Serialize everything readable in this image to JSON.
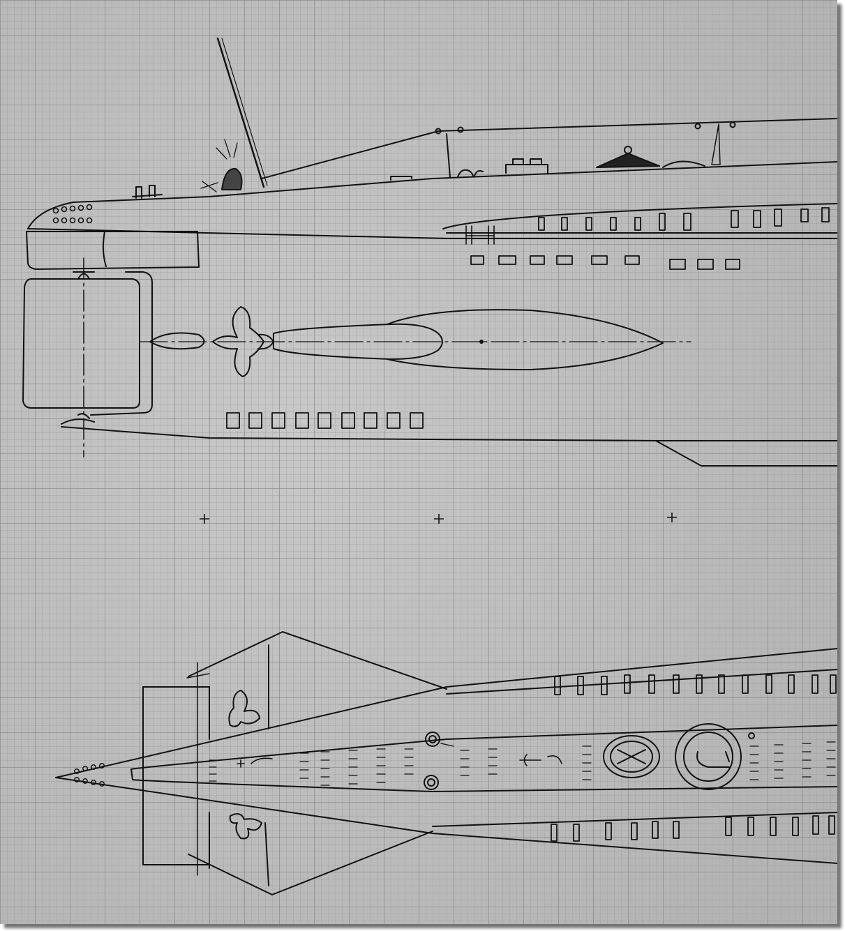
{
  "colors": {
    "paper": "#b7b7b7",
    "paper_light": "#c9c9c9",
    "grid_fine": "#9c9c9c",
    "grid_major": "#858585",
    "ink": "#111111"
  },
  "icons": {
    "side_view": "submarine-side-elevation",
    "top_view": "submarine-plan-view",
    "registration_marks": "crosshair"
  }
}
